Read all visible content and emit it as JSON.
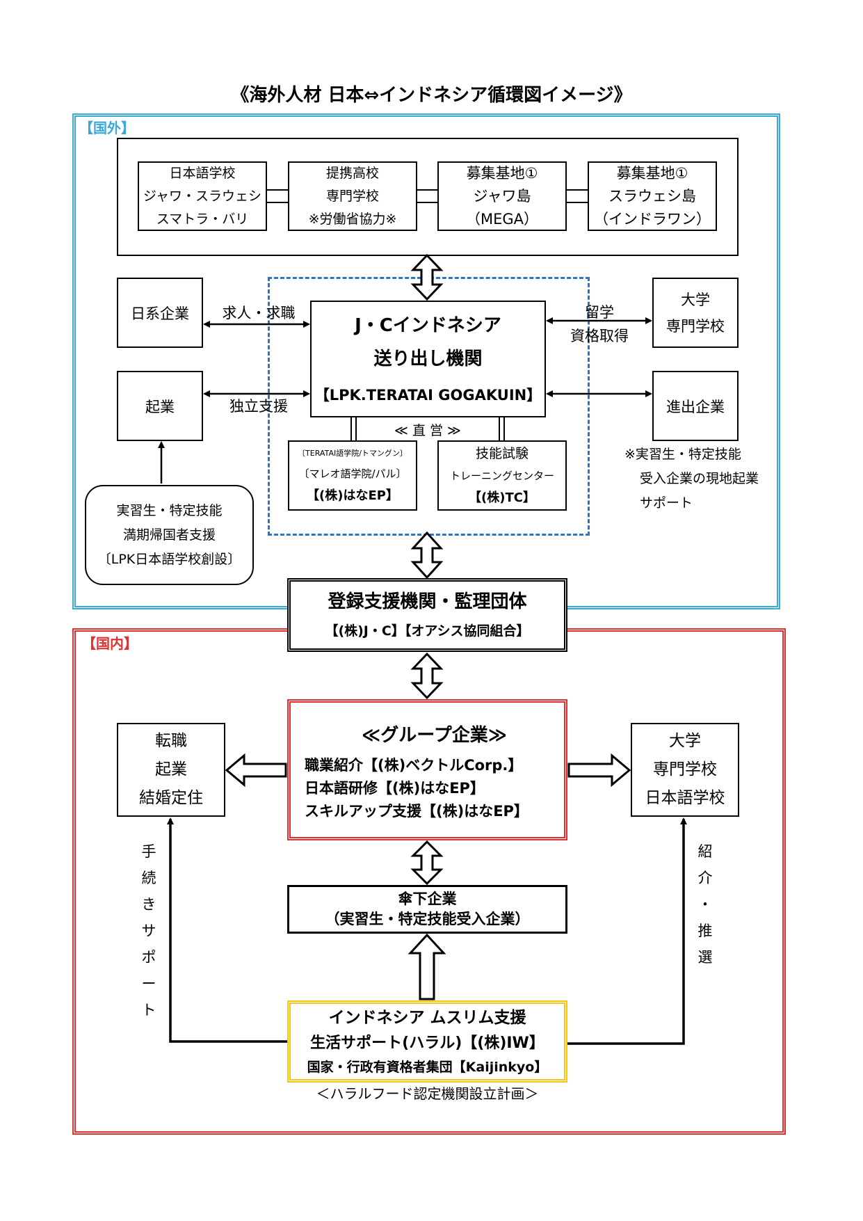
{
  "title": "《海外人材 日本⇔インドネシア循環図イメージ》",
  "overseas": {
    "label": "【国外】",
    "border_color": "#3aa9d8",
    "schools": [
      {
        "lines": [
          "日本語学校",
          "ジャワ・スラウェシ",
          "スマトラ・バリ"
        ]
      },
      {
        "lines": [
          "提携高校",
          "専門学校",
          "※労働省協力※"
        ]
      },
      {
        "lines": [
          "募集基地①",
          "ジャワ島",
          "（MEGA）"
        ]
      },
      {
        "lines": [
          "募集基地①",
          "スラウェシ島",
          "（インドラワン）"
        ]
      }
    ],
    "jp_company": "日系企業",
    "startup": "起業",
    "job_label": "求人・求職",
    "independence_label": "独立支援",
    "study_label": [
      "留学",
      "資格取得"
    ],
    "university": [
      "大学",
      "専門学校"
    ],
    "expanding_company": "進出企業",
    "expanding_note": [
      "※実習生・特定技能",
      "受入企業の現地起業",
      "サポート"
    ],
    "returnee_support": [
      "実習生・特定技能",
      "満期帰国者支援",
      "〔LPK日本語学校創設〕"
    ],
    "jc_box": {
      "line1": "J・Cインドネシア",
      "line2": "送り出し機関",
      "line3": "【LPK.TERATAI GOGAKUIN】"
    },
    "direct_label": "≪ 直 営 ≫",
    "hana": {
      "small": "〔TERATAI語学院/トマングン〕",
      "line2": "〔マレオ語学院/パル〕",
      "line3": "【(株)はなEP】"
    },
    "tc": {
      "line1": "技能試験",
      "line2": "トレーニングセンター",
      "line3": "【(株)TC】"
    },
    "dashed_color": "#2e75b6"
  },
  "registration": {
    "line1": "登録支援機関・監理団体",
    "line2": "【(株)J・C】【オアシス協同組合】"
  },
  "domestic": {
    "label": "【国内】",
    "border_color": "#e03030",
    "group": {
      "title": "≪グループ企業≫",
      "lines": [
        "職業紹介【(株)ベクトルCorp.】",
        "日本語研修【(株)はなEP】",
        "スキルアップ支援【(株)はなEP】"
      ]
    },
    "left_box": [
      "転職",
      "起業",
      "結婚定住"
    ],
    "right_box": [
      "大学",
      "専門学校",
      "日本語学校"
    ],
    "subsidiary": [
      "傘下企業",
      "（実習生・特定技能受入企業）"
    ],
    "muslim": {
      "border_color": "#f5c518",
      "line1": "インドネシア ムスリム支援",
      "line2": "生活サポート(ハラル)【(株)IW】",
      "line3": "国家・行政有資格者集団【Kaijinkyo】"
    },
    "halal_plan": "＜ハラルフード認定機関設立計画＞",
    "procedure_support": [
      "手",
      "続",
      "き",
      "サ",
      "ポ",
      "ー",
      "ト"
    ],
    "introduction": [
      "紹",
      "介",
      "・",
      "推",
      "選"
    ]
  }
}
